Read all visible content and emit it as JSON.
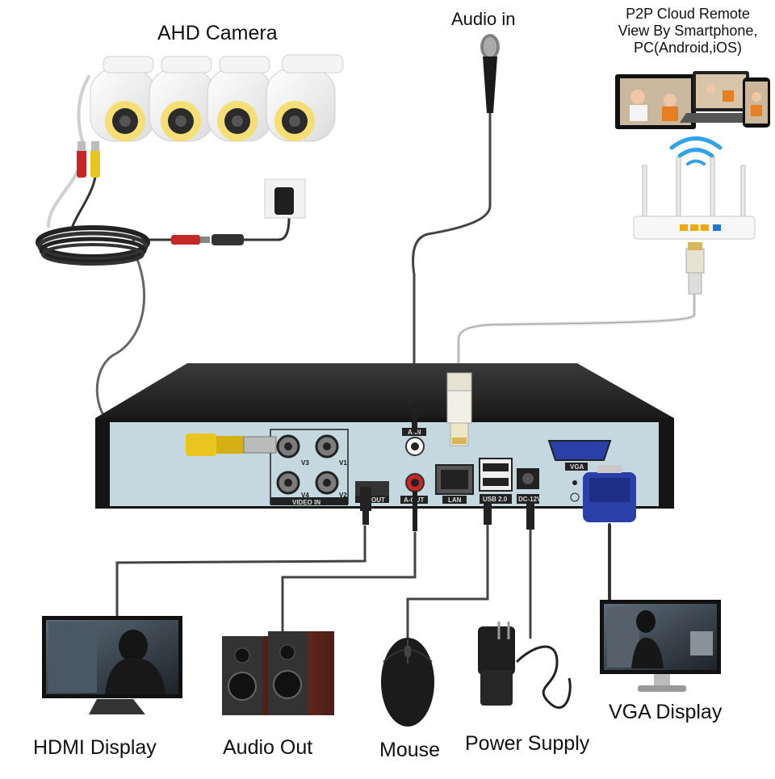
{
  "labels": {
    "ahd_camera": "AHD Camera",
    "audio_in": "Audio in",
    "p2p_line1": "P2P Cloud Remote",
    "p2p_line2": "View By Smartphone,",
    "p2p_line3": "PC(Android,iOS)",
    "hdmi_display": "HDMI Display",
    "audio_out": "Audio Out",
    "mouse": "Mouse",
    "power_supply": "Power Supply",
    "vga_display": "VGA Display"
  },
  "ports": {
    "v3": "V3",
    "v1": "V1",
    "v4": "V4",
    "v2": "V2",
    "video_in": "VIDEO IN",
    "hdmi_out": "OUT",
    "audio_in": "A-IN",
    "audio_out": "A-OUT",
    "lan": "LAN",
    "usb": "USB 2.0",
    "dc": "DC-12V",
    "vga": "VGA"
  },
  "colors": {
    "dvr_panel": "#c5d8df",
    "dvr_body": "#1d1d1d",
    "bnc_yellow": "#e8c51f",
    "vga_blue": "#2a3fa8",
    "rca_red": "#c62828",
    "cable_gray": "#555555"
  }
}
